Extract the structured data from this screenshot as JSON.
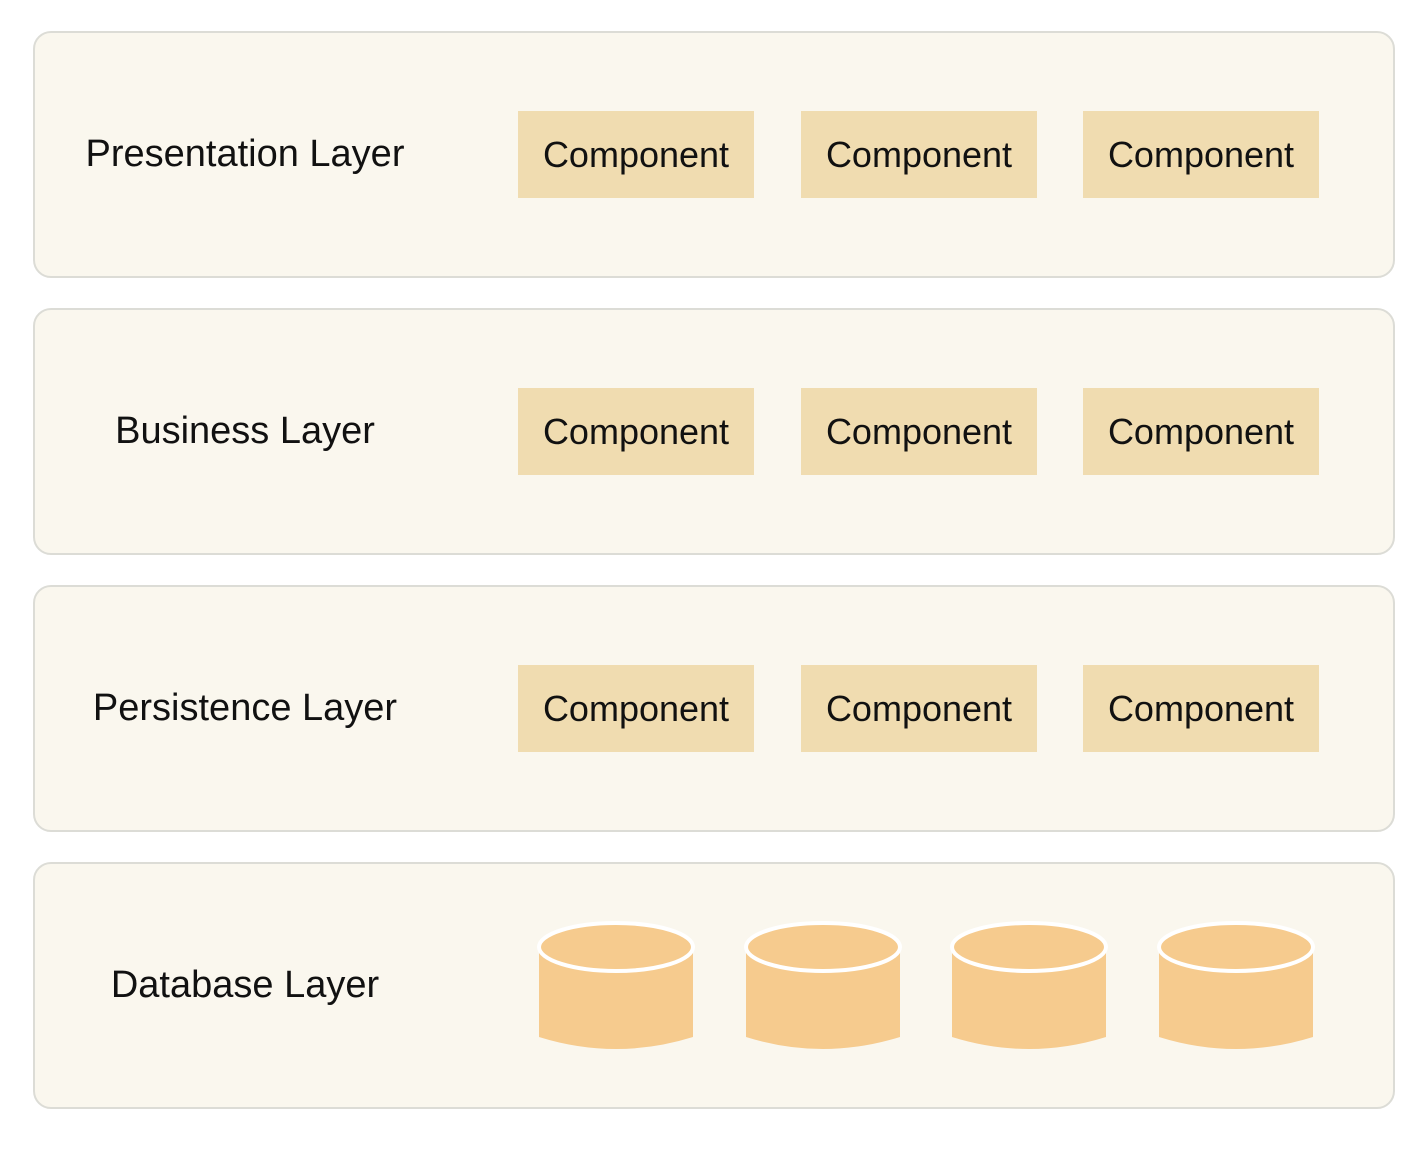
{
  "colors": {
    "layer_fill": "#faf7ee",
    "layer_border": "#dcdcd6",
    "component_fill": "#f0dcb0",
    "database_fill": "#f6cb8e",
    "text": "#111111"
  },
  "layers": [
    {
      "label": "Presentation Layer",
      "components": [
        "Component",
        "Component",
        "Component"
      ]
    },
    {
      "label": "Business Layer",
      "components": [
        "Component",
        "Component",
        "Component"
      ]
    },
    {
      "label": "Persistence Layer",
      "components": [
        "Component",
        "Component",
        "Component"
      ]
    },
    {
      "label": "Database Layer",
      "databases": [
        "database-icon",
        "database-icon",
        "database-icon",
        "database-icon"
      ]
    }
  ]
}
